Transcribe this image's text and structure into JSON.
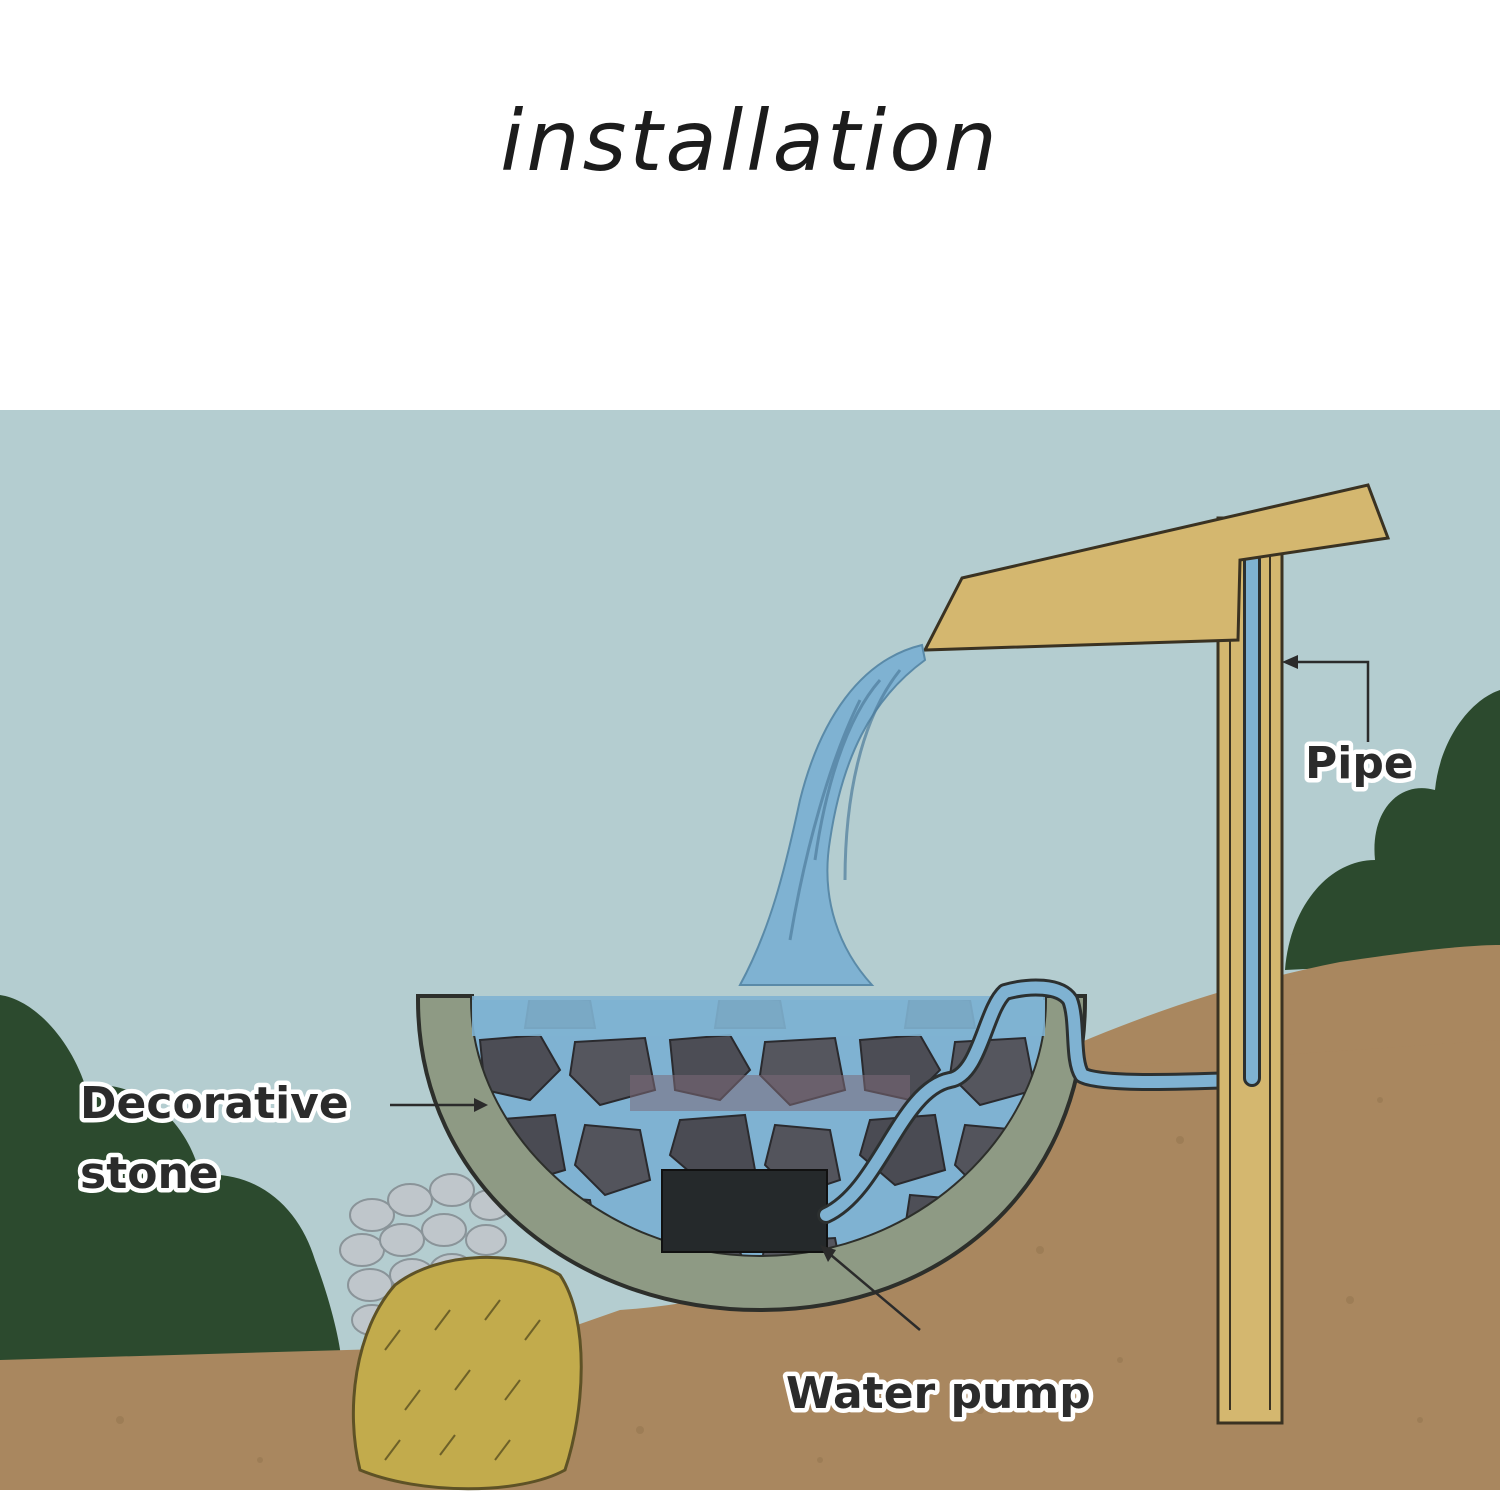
{
  "title": "installation",
  "labels": {
    "decorative_stone_line1": "Decorative",
    "decorative_stone_line2": "stone",
    "pipe": "Pipe",
    "water_pump": "Water pump"
  },
  "colors": {
    "sky": "#b4cdd0",
    "ground": "#a9875f",
    "bush": "#2c4a2e",
    "bowl": "#8e9a84",
    "water": "#7fb2d2",
    "stone": "#4c4d55",
    "wood": "#d4b76f",
    "boulder": "#c2ab4c",
    "pump": "#25292b"
  }
}
